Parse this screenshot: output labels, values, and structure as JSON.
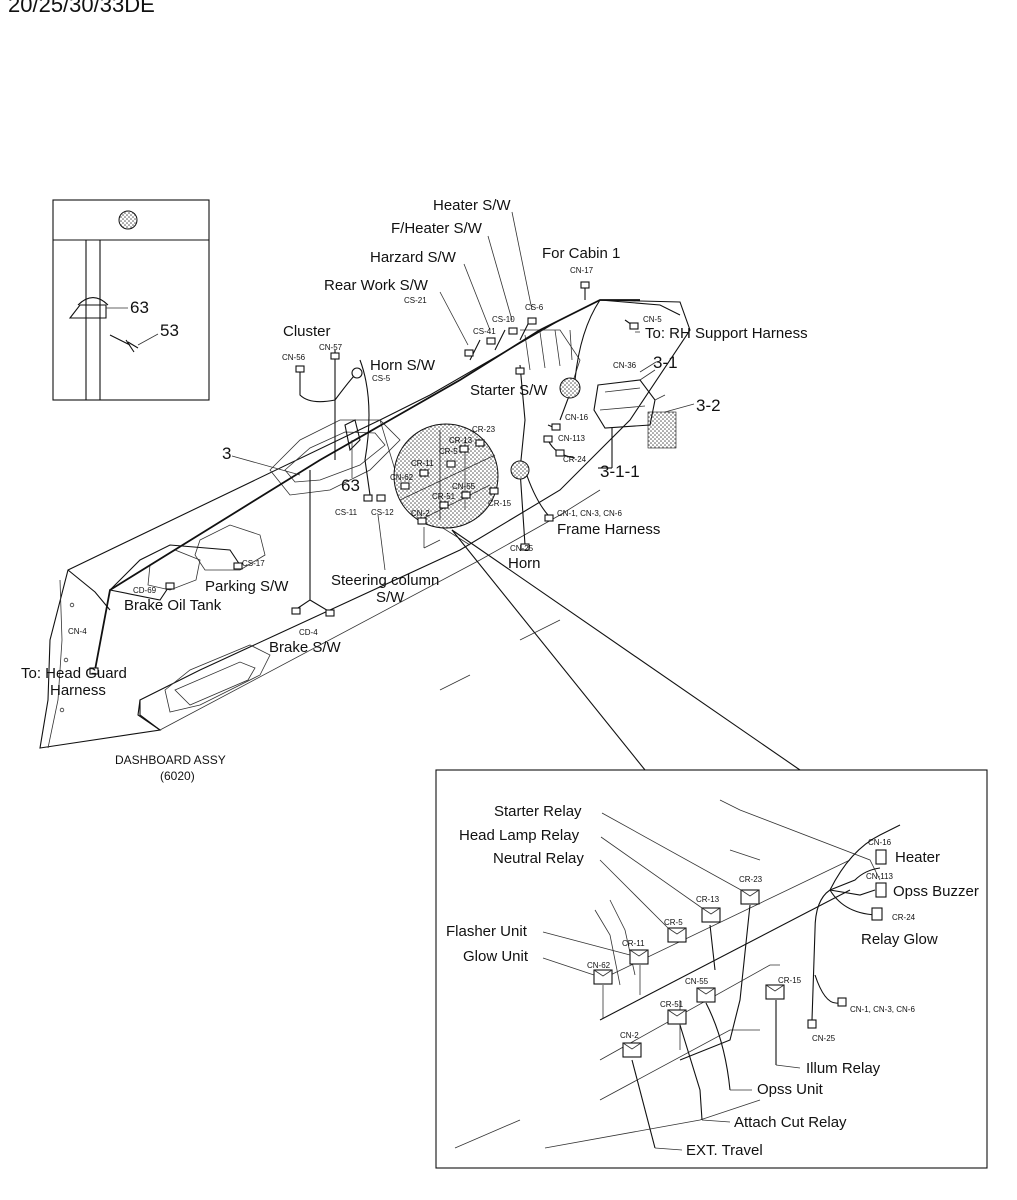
{
  "header": {
    "model_code": "20/25/30/33DE"
  },
  "inset": {
    "part_63": "63",
    "part_53": "53"
  },
  "dashboard": {
    "title": "DASHBOARD ASSY",
    "code": "(6020)"
  },
  "callouts": {
    "part_3": "3",
    "part_63": "63",
    "part_3_1": "3-1",
    "part_3_2": "3-2",
    "part_3_1_1": "3-1-1"
  },
  "labels": {
    "heater_sw": "Heater S/W",
    "f_heater_sw": "F/Heater S/W",
    "hazard_sw": "Harzard S/W",
    "for_cabin": "For Cabin 1",
    "rear_work_sw": "Rear Work S/W",
    "rh_support": "To: RH Support Harness",
    "cluster": "Cluster",
    "horn_sw": "Horn S/W",
    "starter_sw": "Starter S/W",
    "frame_harness": "Frame Harness",
    "horn": "Horn",
    "steering_1": "Steering column",
    "steering_2": "S/W",
    "parking_sw": "Parking S/W",
    "brake_oil_tank": "Brake Oil Tank",
    "brake_sw": "Brake S/W",
    "head_guard_1": "To: Head Guard",
    "head_guard_2": "Harness"
  },
  "connectors": {
    "cn17": "CN-17",
    "cs6": "CS-6",
    "cs10": "CS-10",
    "cs41": "CS-41",
    "cs21": "CS-21",
    "cn5": "CN-5",
    "cn56": "CN-56",
    "cn57": "CN-57",
    "cs5": "CS-5",
    "cn36": "CN-36",
    "cn16": "CN-16",
    "cn113": "CN-113",
    "cr24": "CR-24",
    "cr23": "CR-23",
    "cr13": "CR-13",
    "cr5": "CR-5",
    "cr11": "CR-11",
    "cn62": "CN-62",
    "cn55": "CN-55",
    "cr51": "CR-51",
    "cr15": "CR-15",
    "cn2": "CN-2",
    "cs11": "CS-11",
    "cs12": "CS-12",
    "cn1_3_6": "CN-1, CN-3, CN-6",
    "cn25": "CN-25",
    "cs17": "CS-17",
    "cd69": "CD-69",
    "cd4": "CD-4",
    "cn4": "CN-4"
  },
  "detail": {
    "starter_relay": "Starter Relay",
    "head_lamp_relay": "Head Lamp Relay",
    "neutral_relay": "Neutral Relay",
    "flasher_unit": "Flasher Unit",
    "glow_unit": "Glow Unit",
    "heater": "Heater",
    "opss_buzzer": "Opss Buzzer",
    "relay_glow": "Relay Glow",
    "illum_relay": "Illum Relay",
    "opss_unit": "Opss Unit",
    "attach_cut_relay": "Attach Cut Relay",
    "ext_travel": "EXT. Travel",
    "cn16": "CN-16",
    "cn113": "CN-113",
    "cr24": "CR-24",
    "cr23": "CR-23",
    "cr13": "CR-13",
    "cr5": "CR-5",
    "cr11": "CR-11",
    "cn62": "CN-62",
    "cn55": "CN-55",
    "cr51": "CR-51",
    "cr15": "CR-15",
    "cn2": "CN-2",
    "cn1_3_6": "CN-1, CN-3, CN-6",
    "cn25": "CN-25"
  }
}
